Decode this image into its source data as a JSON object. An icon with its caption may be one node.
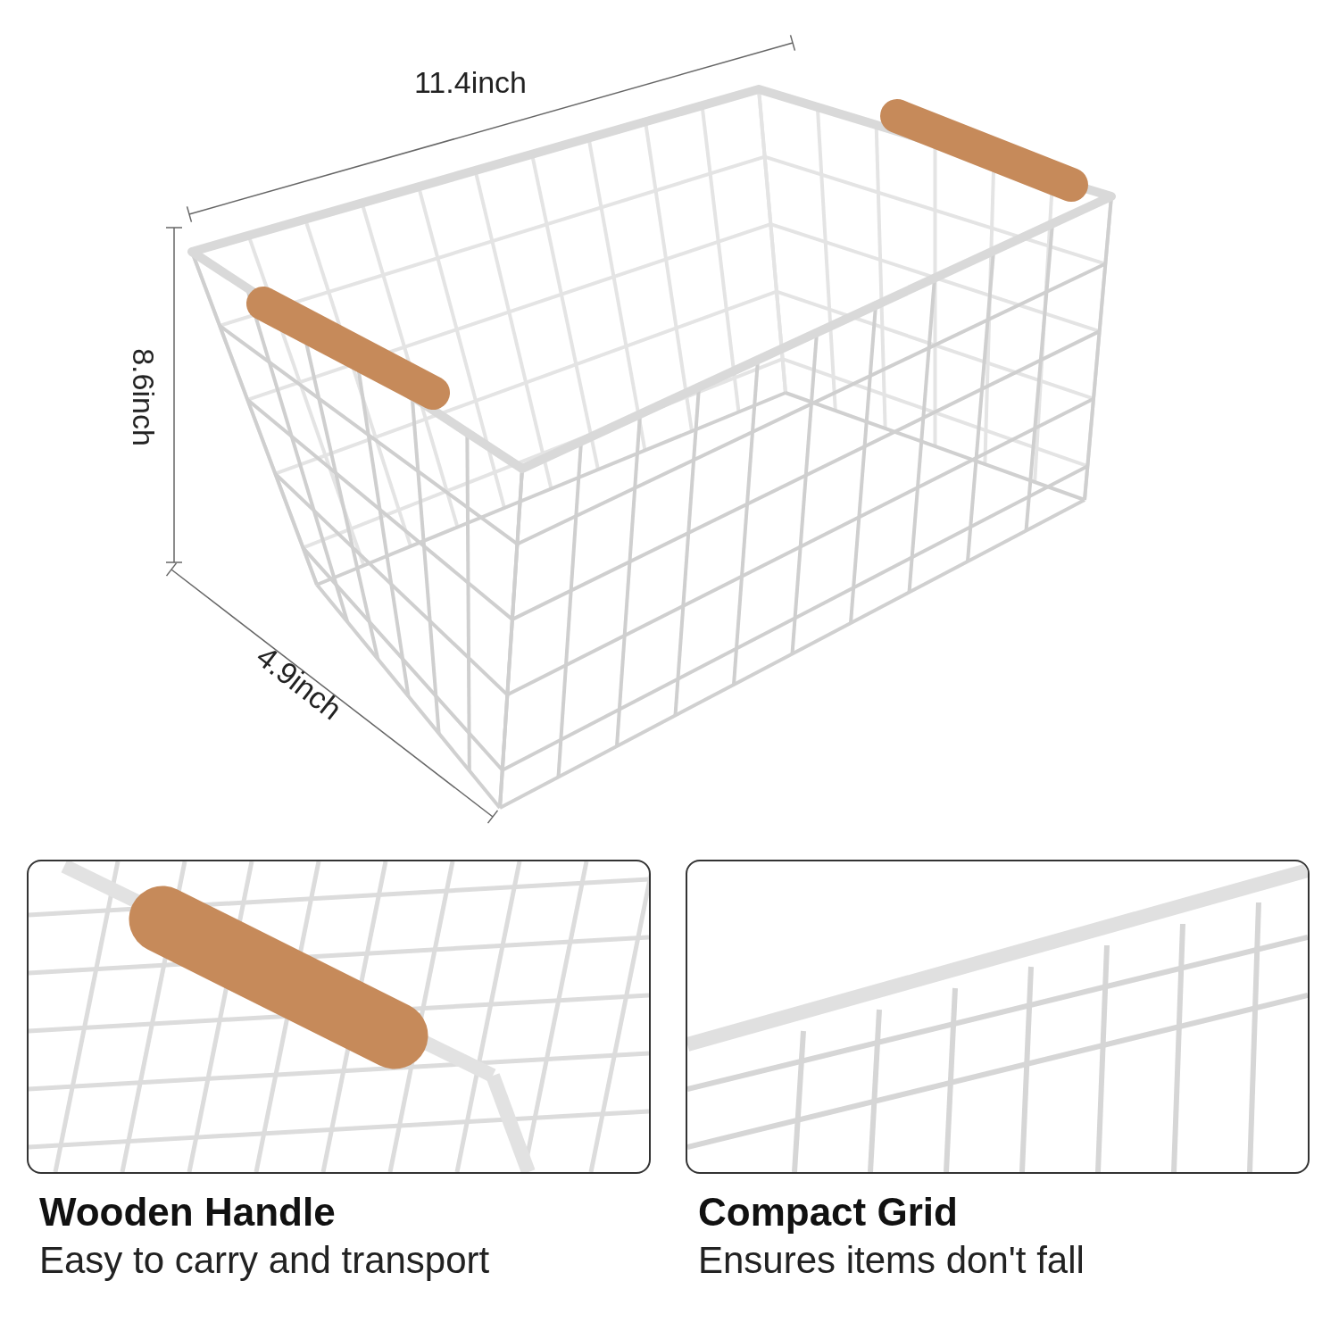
{
  "diagram": {
    "nodes": [
      {
        "text": [
          "Wooden Handle",
          "Easy to carry and transport"
        ]
      },
      {
        "text": [
          "Compact Grid",
          "Ensures items don't fall"
        ]
      }
    ],
    "labels": [
      "11.4inch",
      "8.6inch",
      "4.9inch"
    ]
  }
}
